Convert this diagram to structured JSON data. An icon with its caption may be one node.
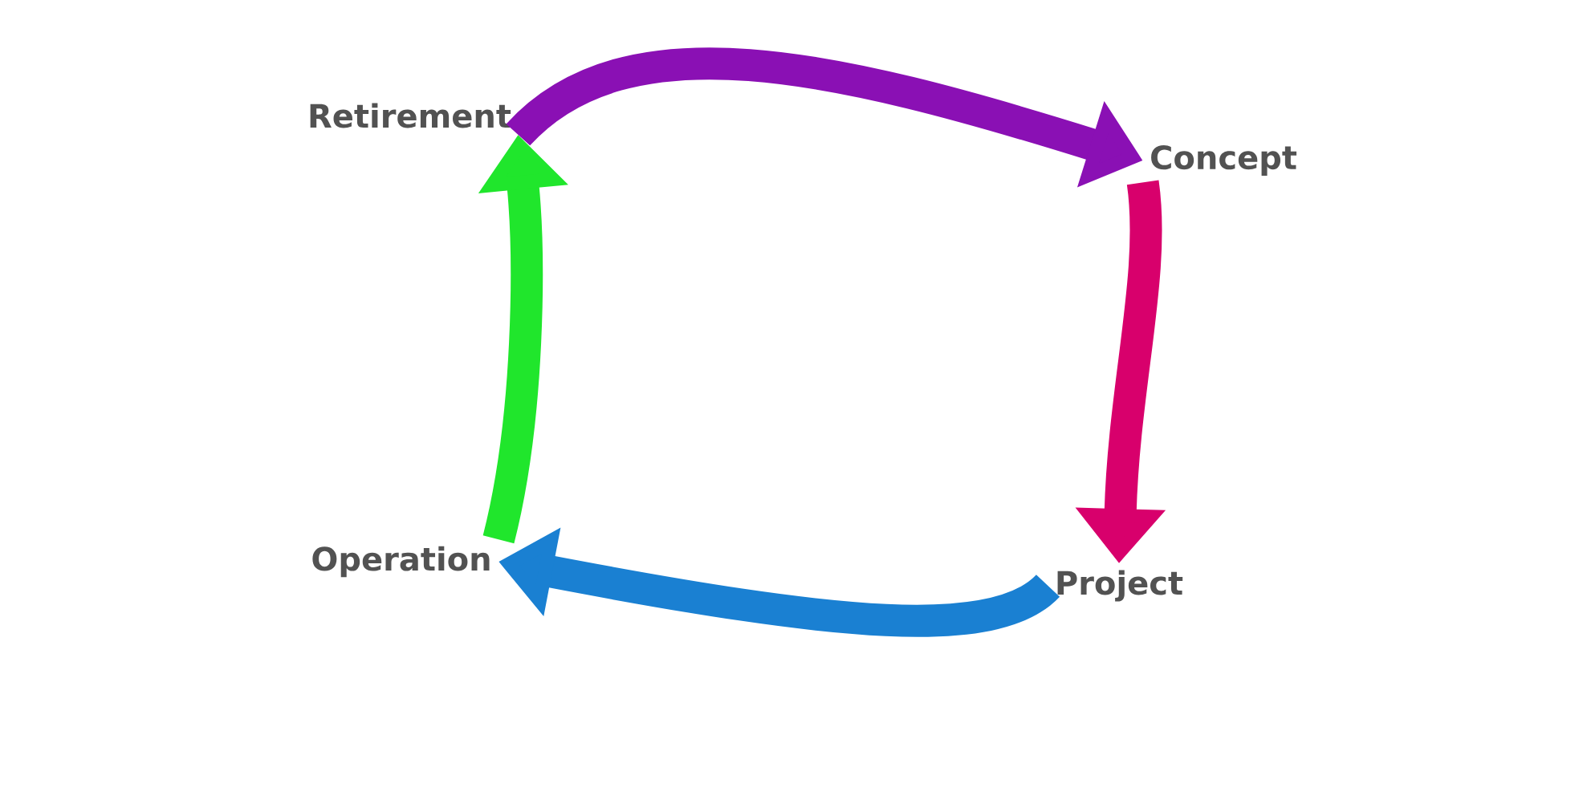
{
  "diagram": {
    "nodes": [
      {
        "text": [
          "Retirement"
        ]
      },
      {
        "text": [
          "Concept"
        ]
      },
      {
        "text": [
          "Project"
        ]
      },
      {
        "text": [
          "Operation"
        ]
      }
    ],
    "edges": [
      {
        "from": 0,
        "to": 1,
        "arrow": "to",
        "color": "#8a10b4"
      },
      {
        "from": 1,
        "to": 2,
        "arrow": "to",
        "color": "#d8006c"
      },
      {
        "from": 2,
        "to": 3,
        "arrow": "to",
        "color": "#1a80d2"
      },
      {
        "from": 3,
        "to": 0,
        "arrow": "to",
        "color": "#20e62c"
      }
    ]
  }
}
